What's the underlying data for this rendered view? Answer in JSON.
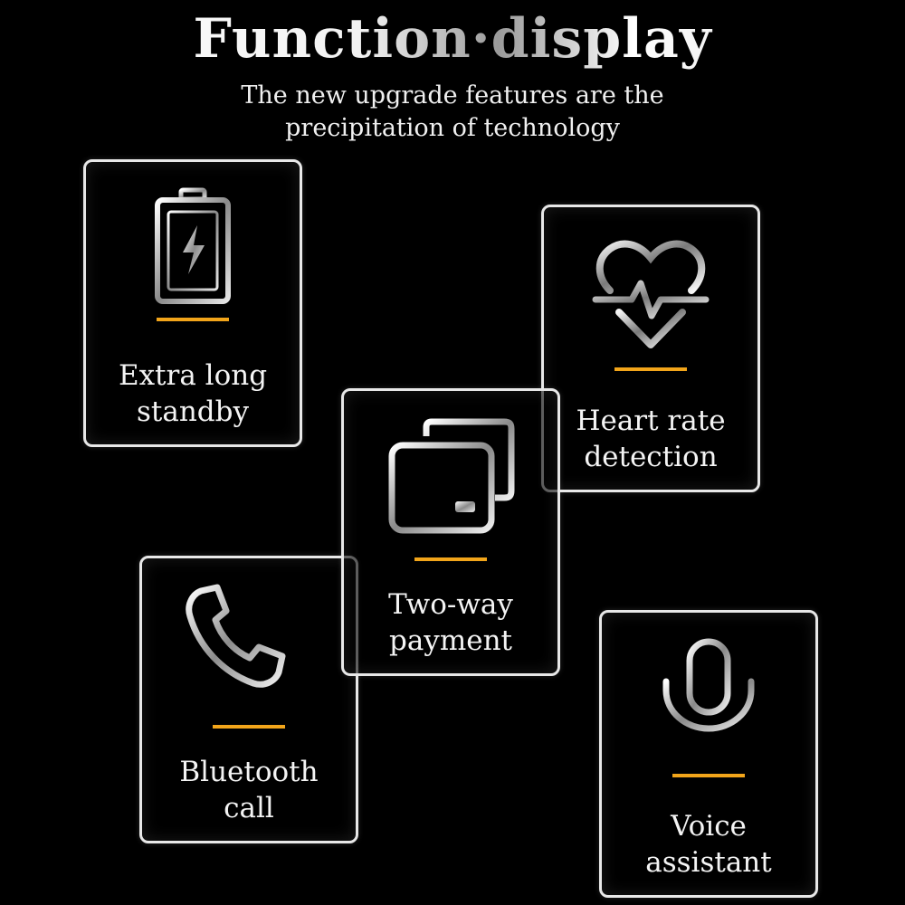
{
  "header": {
    "title": "Function·display",
    "subtitle_line1": "The new upgrade features are the",
    "subtitle_line2": "precipitation of technology"
  },
  "accent_color": "#f2a51a",
  "features": [
    {
      "line1": "Extra long",
      "line2": "standby",
      "icon": "battery-charging-icon"
    },
    {
      "line1": "Heart rate",
      "line2": "detection",
      "icon": "heart-rate-icon"
    },
    {
      "line1": "Two-way",
      "line2": "payment",
      "icon": "cards-icon"
    },
    {
      "line1": "Bluetooth",
      "line2": "call",
      "icon": "phone-call-icon"
    },
    {
      "line1": "Voice",
      "line2": "assistant",
      "icon": "microphone-icon"
    }
  ]
}
